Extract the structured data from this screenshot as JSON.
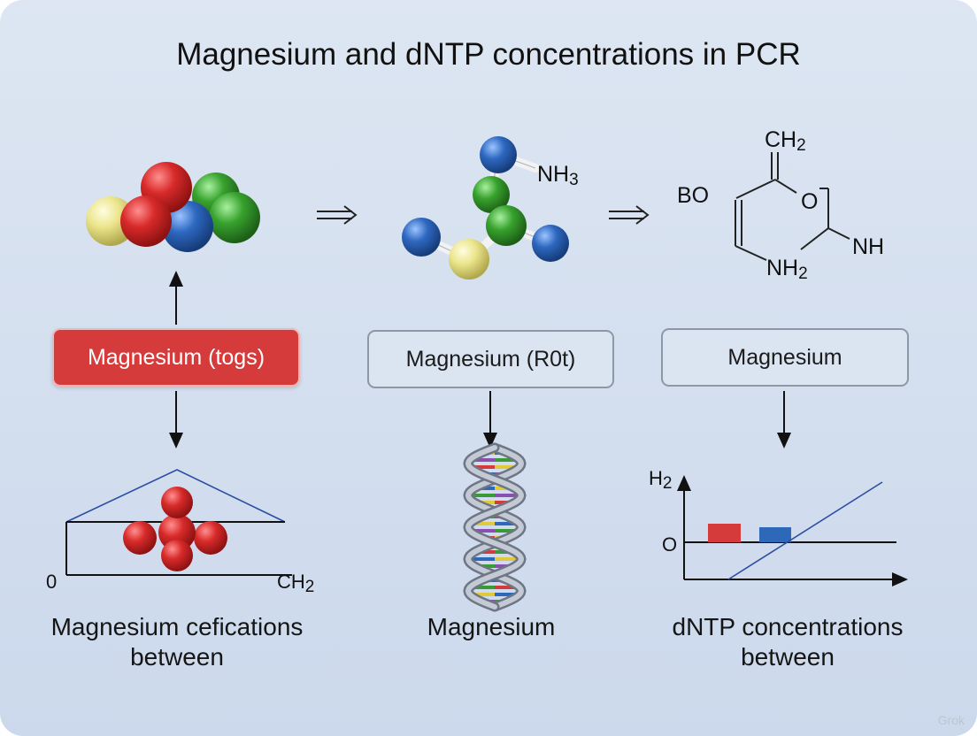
{
  "title": "Magnesium and dNTP concentrations in PCR",
  "boxes": {
    "left": "Magnesium (togs)",
    "middle": "Magnesium (R0t)",
    "right": "Magnesium"
  },
  "molecule_labels": {
    "nh3": "NH3",
    "ch2_top": "CH2",
    "bo": "BO",
    "o_ring": "O",
    "nh": "NH",
    "nh2": "NH2"
  },
  "left_plot": {
    "zero_label": "0",
    "axis_label": "CH2"
  },
  "right_plot": {
    "y_label": "H2",
    "zero_label": "O"
  },
  "captions": {
    "left_line1": "Magnesium cefications",
    "left_line2": "between",
    "middle": "Magnesium",
    "right_line1": "dNTP concentrations",
    "right_line2": "between"
  },
  "colors": {
    "red": "#d63b3b",
    "blue": "#2e68b8",
    "green": "#3a9a34",
    "yellow": "#e5e28a"
  },
  "watermark": "Grok"
}
